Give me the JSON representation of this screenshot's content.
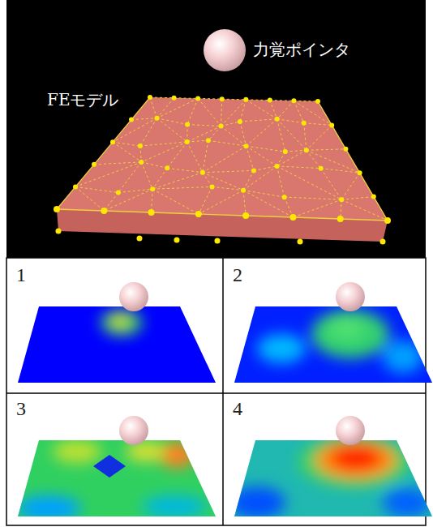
{
  "diagram": {
    "labels": [
      "力覚ポインタ",
      "FEモデル",
      "1",
      "2",
      "3",
      "4"
    ]
  }
}
